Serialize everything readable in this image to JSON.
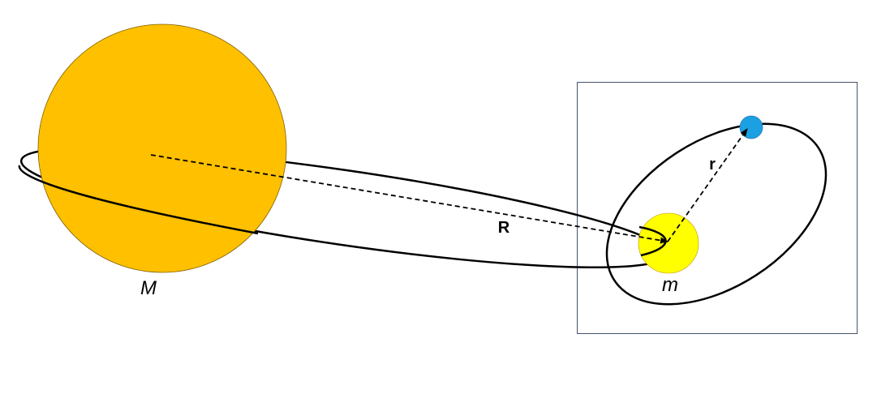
{
  "labels": {
    "large_body": "M",
    "small_body": "m",
    "outer_vector": "R",
    "inner_vector": "r"
  },
  "colors": {
    "large_body_fill": "#FFC000",
    "small_body_fill": "#FFFF00",
    "satellite_fill": "#1BA1E2",
    "inset_frame": "#44546A",
    "lines": "#000000"
  }
}
